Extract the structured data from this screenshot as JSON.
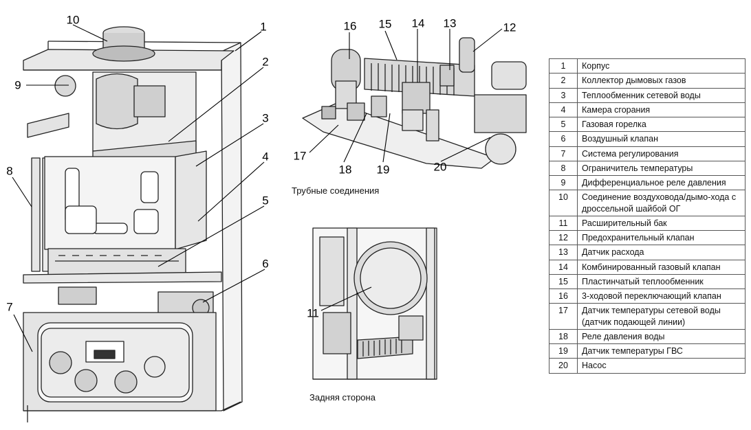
{
  "captions": {
    "pipe_connections": "Трубные соединения",
    "back_side": "Задняя сторона"
  },
  "callouts": [
    "1",
    "2",
    "3",
    "4",
    "5",
    "6",
    "7",
    "8",
    "9",
    "10",
    "11",
    "12",
    "13",
    "14",
    "15",
    "16",
    "17",
    "18",
    "19",
    "20"
  ],
  "legend": [
    {
      "num": "1",
      "text": "Корпус"
    },
    {
      "num": "2",
      "text": "Коллектор дымовых газов"
    },
    {
      "num": "3",
      "text": "Теплообменник сетевой воды"
    },
    {
      "num": "4",
      "text": "Камера сгорания"
    },
    {
      "num": "5",
      "text": "Газовая горелка"
    },
    {
      "num": "6",
      "text": "Воздушный клапан"
    },
    {
      "num": "7",
      "text": "Система регулирования"
    },
    {
      "num": "8",
      "text": "Ограничитель температуры"
    },
    {
      "num": "9",
      "text": "Дифференциальное реле давления"
    },
    {
      "num": "10",
      "text": "Соединение воздуховода/дымо-хода с дроссельной шайбой ОГ"
    },
    {
      "num": "11",
      "text": "Расширительный бак"
    },
    {
      "num": "12",
      "text": "Предохранительный клапан"
    },
    {
      "num": "13",
      "text": "Датчик расхода"
    },
    {
      "num": "14",
      "text": "Комбинированный газовый клапан"
    },
    {
      "num": "15",
      "text": "Пластинчатый теплообменник"
    },
    {
      "num": "16",
      "text": "3-ходовой переключающий клапан"
    },
    {
      "num": "17",
      "text": "Датчик температуры сетевой воды (датчик подающей линии)"
    },
    {
      "num": "18",
      "text": "Реле давления воды"
    },
    {
      "num": "19",
      "text": "Датчик температуры ГВС"
    },
    {
      "num": "20",
      "text": "Насос"
    }
  ]
}
